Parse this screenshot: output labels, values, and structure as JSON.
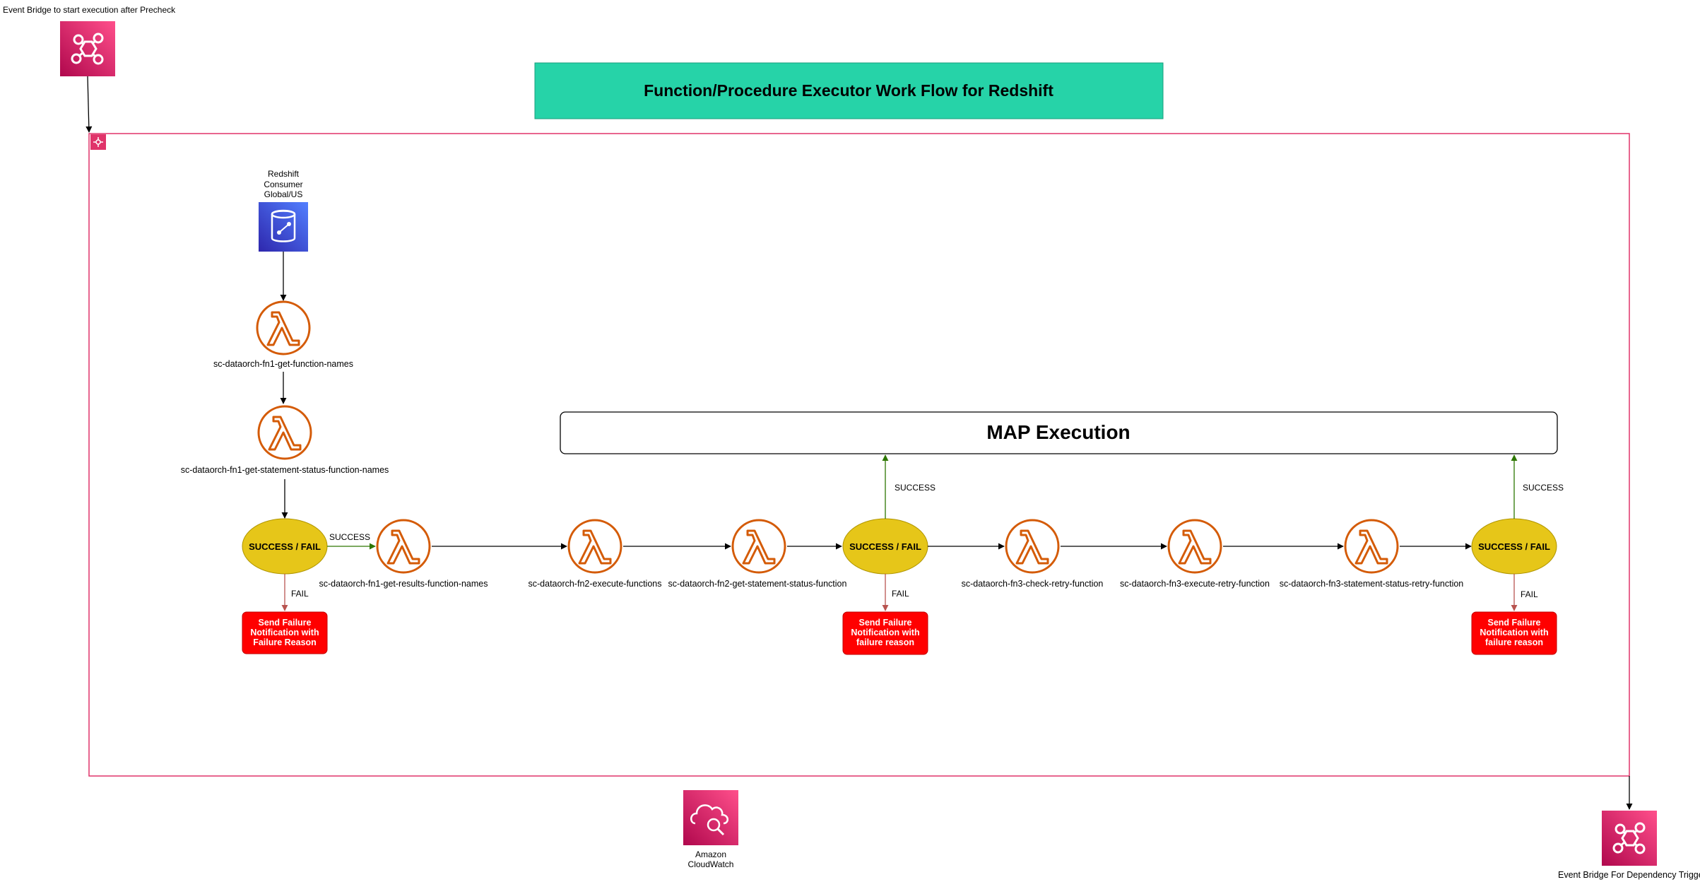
{
  "title": "Function/Procedure Executor Work Flow for Redshift",
  "event_bridge_start": {
    "label": "Event Bridge to start execution after Precheck",
    "icon": "eventbridge-icon"
  },
  "event_bridge_end": {
    "label": "Event Bridge For Dependency Trigger",
    "icon": "eventbridge-icon"
  },
  "step_functions": {
    "icon": "step-functions-icon"
  },
  "redshift": {
    "label_lines": [
      "Redshift",
      "Consumer",
      "Global/US"
    ],
    "icon": "redshift-icon"
  },
  "cloudwatch": {
    "label_lines": [
      "Amazon",
      "CloudWatch"
    ],
    "icon": "cloudwatch-icon"
  },
  "map_execution": {
    "label": "MAP Execution"
  },
  "lambdas": {
    "fn1_get_function_names": "sc-dataorch-fn1-get-function-names",
    "fn1_get_statement_status": "sc-dataorch-fn1-get-statement-status-function-names",
    "fn1_get_results": "sc-dataorch-fn1-get-results-function-names",
    "fn2_execute": "sc-dataorch-fn2-execute-functions",
    "fn2_get_statement_status": "sc-dataorch-fn2-get-statement-status-function",
    "fn3_check_retry": "sc-dataorch-fn3-check-retry-function",
    "fn3_execute_retry": "sc-dataorch-fn3-execute-retry-function",
    "fn3_statement_status_retry": "sc-dataorch-fn3-statement-status-retry-function"
  },
  "decisions": {
    "d1": "SUCCESS / FAIL",
    "d2": "SUCCESS / FAIL",
    "d3": "SUCCESS / FAIL"
  },
  "edge_labels": {
    "success_1": "SUCCESS",
    "success_2": "SUCCESS",
    "success_3": "SUCCESS",
    "fail_1": "FAIL",
    "fail_2": "FAIL",
    "fail_3": "FAIL"
  },
  "notifications": {
    "n1": [
      "Send Failure",
      "Notification with",
      "Failure Reason"
    ],
    "n2": [
      "Send Failure",
      "Notification with",
      "failure reason"
    ],
    "n3": [
      "Send Failure",
      "Notification with",
      "failure reason"
    ]
  },
  "colors": {
    "title_fill": "#26d3a8",
    "eventbridge_pink": "#e7157b",
    "redshift_blue": "#3b48cc",
    "lambda_orange": "#d45b07",
    "decision_yellow": "#e6c619",
    "notification_red": "#ff0000",
    "success_green": "#2d7600",
    "fail_red": "#b85450",
    "container_border": "#e0346a"
  }
}
